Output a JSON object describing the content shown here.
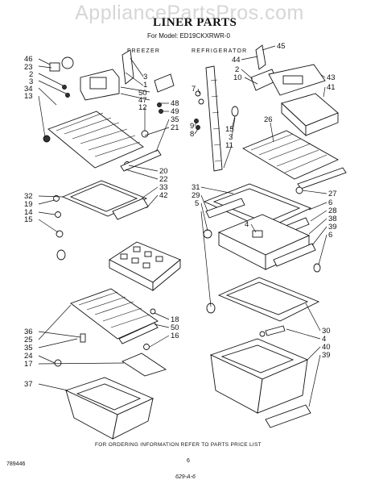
{
  "watermark": "AppliancePartsPros.com",
  "title": "LINER PARTS",
  "model_line": "For Model: ED19CKXRWR-0",
  "sections": {
    "freezer": "FREEZER",
    "refrigerator": "REFRIGERATOR"
  },
  "callouts": [
    {
      "text": "46"
    },
    {
      "text": "23"
    },
    {
      "text": "2"
    },
    {
      "text": "3"
    },
    {
      "text": "34"
    },
    {
      "text": "13"
    },
    {
      "text": "3"
    },
    {
      "text": "1"
    },
    {
      "text": "50"
    },
    {
      "text": "47"
    },
    {
      "text": "12"
    },
    {
      "text": "48"
    },
    {
      "text": "49"
    },
    {
      "text": "35"
    },
    {
      "text": "21"
    },
    {
      "text": "20"
    },
    {
      "text": "22"
    },
    {
      "text": "33"
    },
    {
      "text": "42"
    },
    {
      "text": "32"
    },
    {
      "text": "19"
    },
    {
      "text": "14"
    },
    {
      "text": "15"
    },
    {
      "text": "36"
    },
    {
      "text": "25"
    },
    {
      "text": "35"
    },
    {
      "text": "24"
    },
    {
      "text": "17"
    },
    {
      "text": "37"
    },
    {
      "text": "18"
    },
    {
      "text": "50"
    },
    {
      "text": "16"
    },
    {
      "text": "45"
    },
    {
      "text": "44"
    },
    {
      "text": "2"
    },
    {
      "text": "10"
    },
    {
      "text": "7"
    },
    {
      "text": "43"
    },
    {
      "text": "41"
    },
    {
      "text": "15"
    },
    {
      "text": "3"
    },
    {
      "text": "11"
    },
    {
      "text": "9"
    },
    {
      "text": "8"
    },
    {
      "text": "26"
    },
    {
      "text": "31"
    },
    {
      "text": "29"
    },
    {
      "text": "5"
    },
    {
      "text": "27"
    },
    {
      "text": "4"
    },
    {
      "text": "6"
    },
    {
      "text": "28"
    },
    {
      "text": "38"
    },
    {
      "text": "39"
    },
    {
      "text": "6"
    },
    {
      "text": "30"
    },
    {
      "text": "4"
    },
    {
      "text": "40"
    },
    {
      "text": "39"
    }
  ],
  "footer_note": "FOR ORDERING INFORMATION REFER TO PARTS PRICE LIST",
  "doc_code": "789446",
  "page_num": "6",
  "ref_code": "629-A-6"
}
